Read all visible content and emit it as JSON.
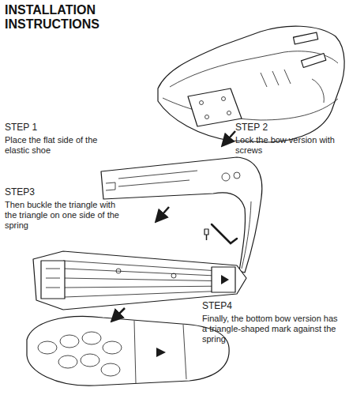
{
  "diagram": {
    "title": "INSTALLATION INSTRUCTIONS",
    "labels": [
      "STEP 1",
      "Place the flat side of the elastic shoe",
      "STEP 2",
      "Lock the bow version with screws",
      "STEP3",
      "Then buckle the triangle with the triangle on one side of the spring",
      "STEP4",
      "Finally, the bottom bow version has a triangle-shaped mark against the spring"
    ]
  }
}
